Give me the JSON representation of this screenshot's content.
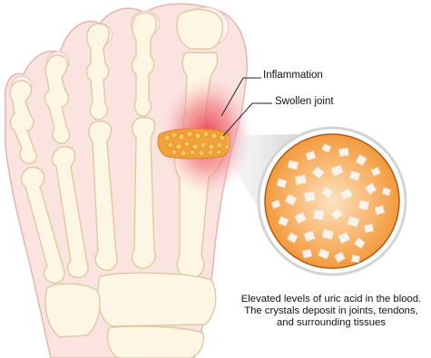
{
  "labels": {
    "inflammation": "Inflammation",
    "swollen_joint": "Swollen joint"
  },
  "caption": {
    "line1": "Elevated levels of uric acid in the blood.",
    "line2": "The crystals deposit in joints, tendons,",
    "line3": "and surrounding tissues"
  },
  "colors": {
    "skin": "#fbe3e0",
    "skin_edge": "#e9b3ae",
    "bone_fill": "#fdf6e4",
    "bone_edge": "#dccb9f",
    "inflammation": "#e8283d",
    "crystal_deposit": "#f2a23a",
    "magnifier_bg": "#f6ad55",
    "crystal": "#fbf3ea"
  }
}
